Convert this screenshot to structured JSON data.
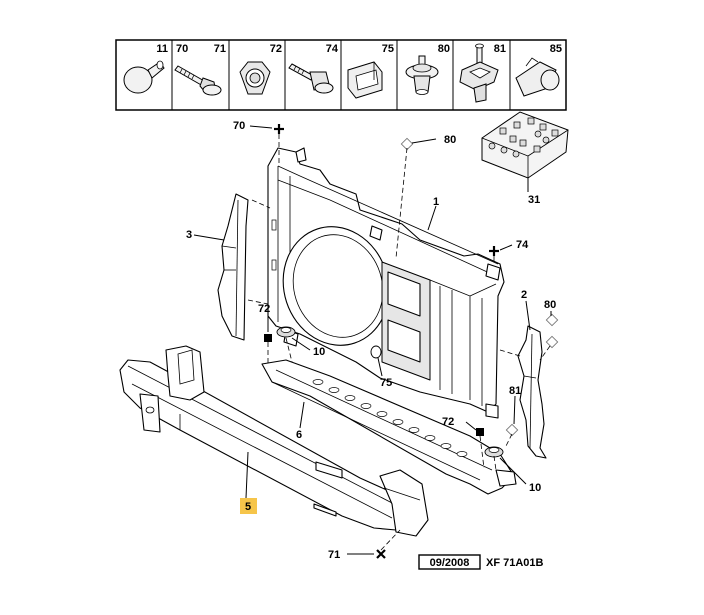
{
  "header_parts": [
    {
      "ref": "11",
      "icon": "push-cap-icon"
    },
    {
      "ref": "70",
      "icon": "bolt-icon"
    },
    {
      "ref": "71",
      "icon": "bolt-icon"
    },
    {
      "ref": "72",
      "icon": "hex-nut-icon"
    },
    {
      "ref": "74",
      "icon": "stud-bolt-icon"
    },
    {
      "ref": "75",
      "icon": "clip-icon"
    },
    {
      "ref": "80",
      "icon": "rivet-icon"
    },
    {
      "ref": "81",
      "icon": "screw-clip-icon"
    },
    {
      "ref": "85",
      "icon": "fastener-icon"
    }
  ],
  "callouts": {
    "c70": "70",
    "c80a": "80",
    "c31": "31",
    "c1": "1",
    "c3": "3",
    "c74": "74",
    "c2": "2",
    "c80b": "80",
    "c72a": "72",
    "c10a": "10",
    "c75": "75",
    "c81": "81",
    "c72b": "72",
    "c6": "6",
    "c10b": "10",
    "c5": "5",
    "c71": "71"
  },
  "footer": {
    "date": "09/2008",
    "code": "XF 71A01B"
  },
  "colors": {
    "highlight": "#f6c54a"
  }
}
